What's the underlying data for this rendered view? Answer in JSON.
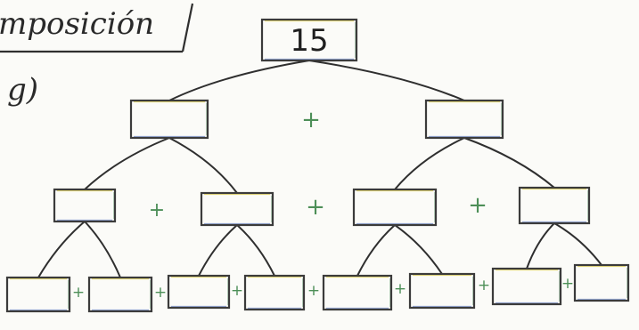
{
  "header": {
    "title_fragment": "mposición",
    "sub_fragment": "g)"
  },
  "tree": {
    "root_value": "15",
    "operator": "+",
    "level1_count": 2,
    "level2_count": 4,
    "level3_count": 8
  },
  "colors": {
    "ink": "#2f2f2f",
    "box_stroke": "#3b3b3b",
    "highlight_yellow": "#e8d64a",
    "highlight_blue": "#6e88c9",
    "highlight_green": "#6fa87a",
    "operator_green": "#4d8f58"
  }
}
